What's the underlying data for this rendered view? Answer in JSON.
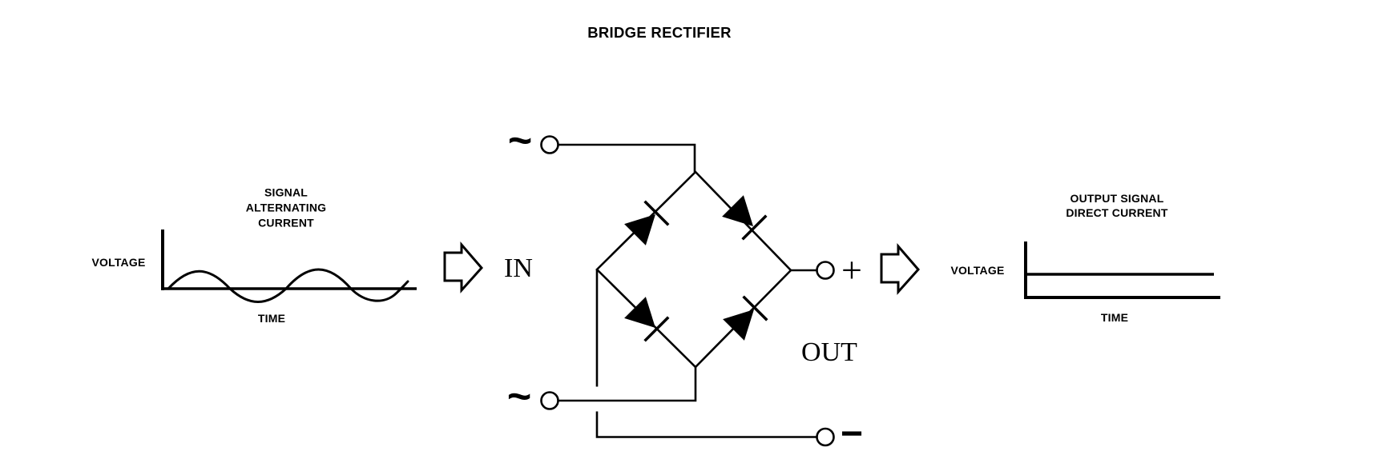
{
  "title": "BRIDGE RECTIFIER",
  "colors": {
    "ink": "#000000",
    "paper": "#ffffff"
  },
  "input_graph": {
    "heading_lines": [
      "SIGNAL",
      "ALTERNATING",
      "CURRENT"
    ],
    "y_axis_label": "VOLTAGE",
    "x_axis_label": "TIME",
    "waveform": "sine"
  },
  "flow": {
    "in_label": "IN",
    "out_label": "OUT"
  },
  "bridge": {
    "ac_terminal_top_symbol": "~",
    "ac_terminal_bottom_symbol": "~",
    "dc_positive_symbol": "+",
    "dc_negative_symbol": "−",
    "diodes": [
      "top-left",
      "top-right",
      "bottom-left",
      "bottom-right"
    ]
  },
  "output_graph": {
    "heading_lines": [
      "OUTPUT SIGNAL",
      "DIRECT CURRENT"
    ],
    "y_axis_label": "VOLTAGE",
    "x_axis_label": "TIME",
    "waveform": "constant"
  }
}
